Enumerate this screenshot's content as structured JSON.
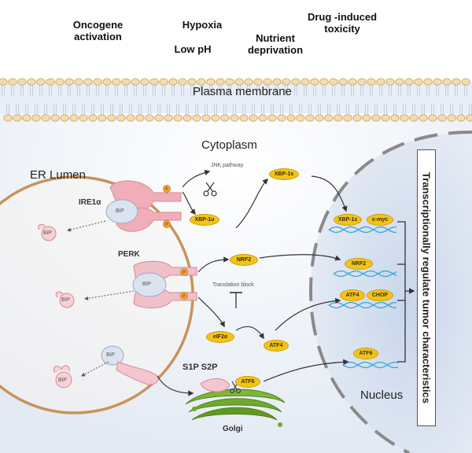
{
  "stressors": {
    "oncogene": "Oncogene\nactivation",
    "hypoxia": "Hypoxia",
    "low_ph": "Low pH",
    "nutrient": "Nutrient\ndeprivation",
    "drug": "Drug -induced\ntoxicity"
  },
  "regions": {
    "plasma_membrane": "Plasma membrane",
    "cytoplasm": "Cytoplasm",
    "er_lumen": "ER Lumen",
    "nucleus": "Nucleus",
    "golgi": "Golgi"
  },
  "sensors": {
    "ire1": "IRE1α",
    "perk": "PERK",
    "s1p_s2p": "S1P S2P"
  },
  "molecules": {
    "bip_1": "BiP",
    "bip_2": "BiP",
    "bip_3": "BiP",
    "bip_4": "BiP",
    "bip_5": "BiP",
    "bip_6": "BiP",
    "xbp1u": "XBP-1u",
    "xbp1s": "XBP-1s",
    "xbp1s_nuc": "XBP-1s",
    "cmyc": "c-myc",
    "nrf2": "NRF2",
    "nrf2_nuc": "NRF2",
    "eif2a": "eIF2α",
    "atf4": "ATF4",
    "atf4_nuc": "ATF4",
    "chop": "CHOP",
    "atf6": "ATF6",
    "atf6_nuc": "ATF6"
  },
  "annotations": {
    "jnk": "JNK pathway",
    "translation_block": "Translation block"
  },
  "side_label": "Transcriptionally regulate tumor characteristics",
  "colors": {
    "membrane_head": "#f3dcae",
    "membrane_edge": "#c9a46a",
    "er_border": "#c8935a",
    "molecule": "#f2c418",
    "arrow": "#333333",
    "dna": "#3aa6d8",
    "golgi": "#6faa2c",
    "receptor": "#f2aeb8"
  }
}
